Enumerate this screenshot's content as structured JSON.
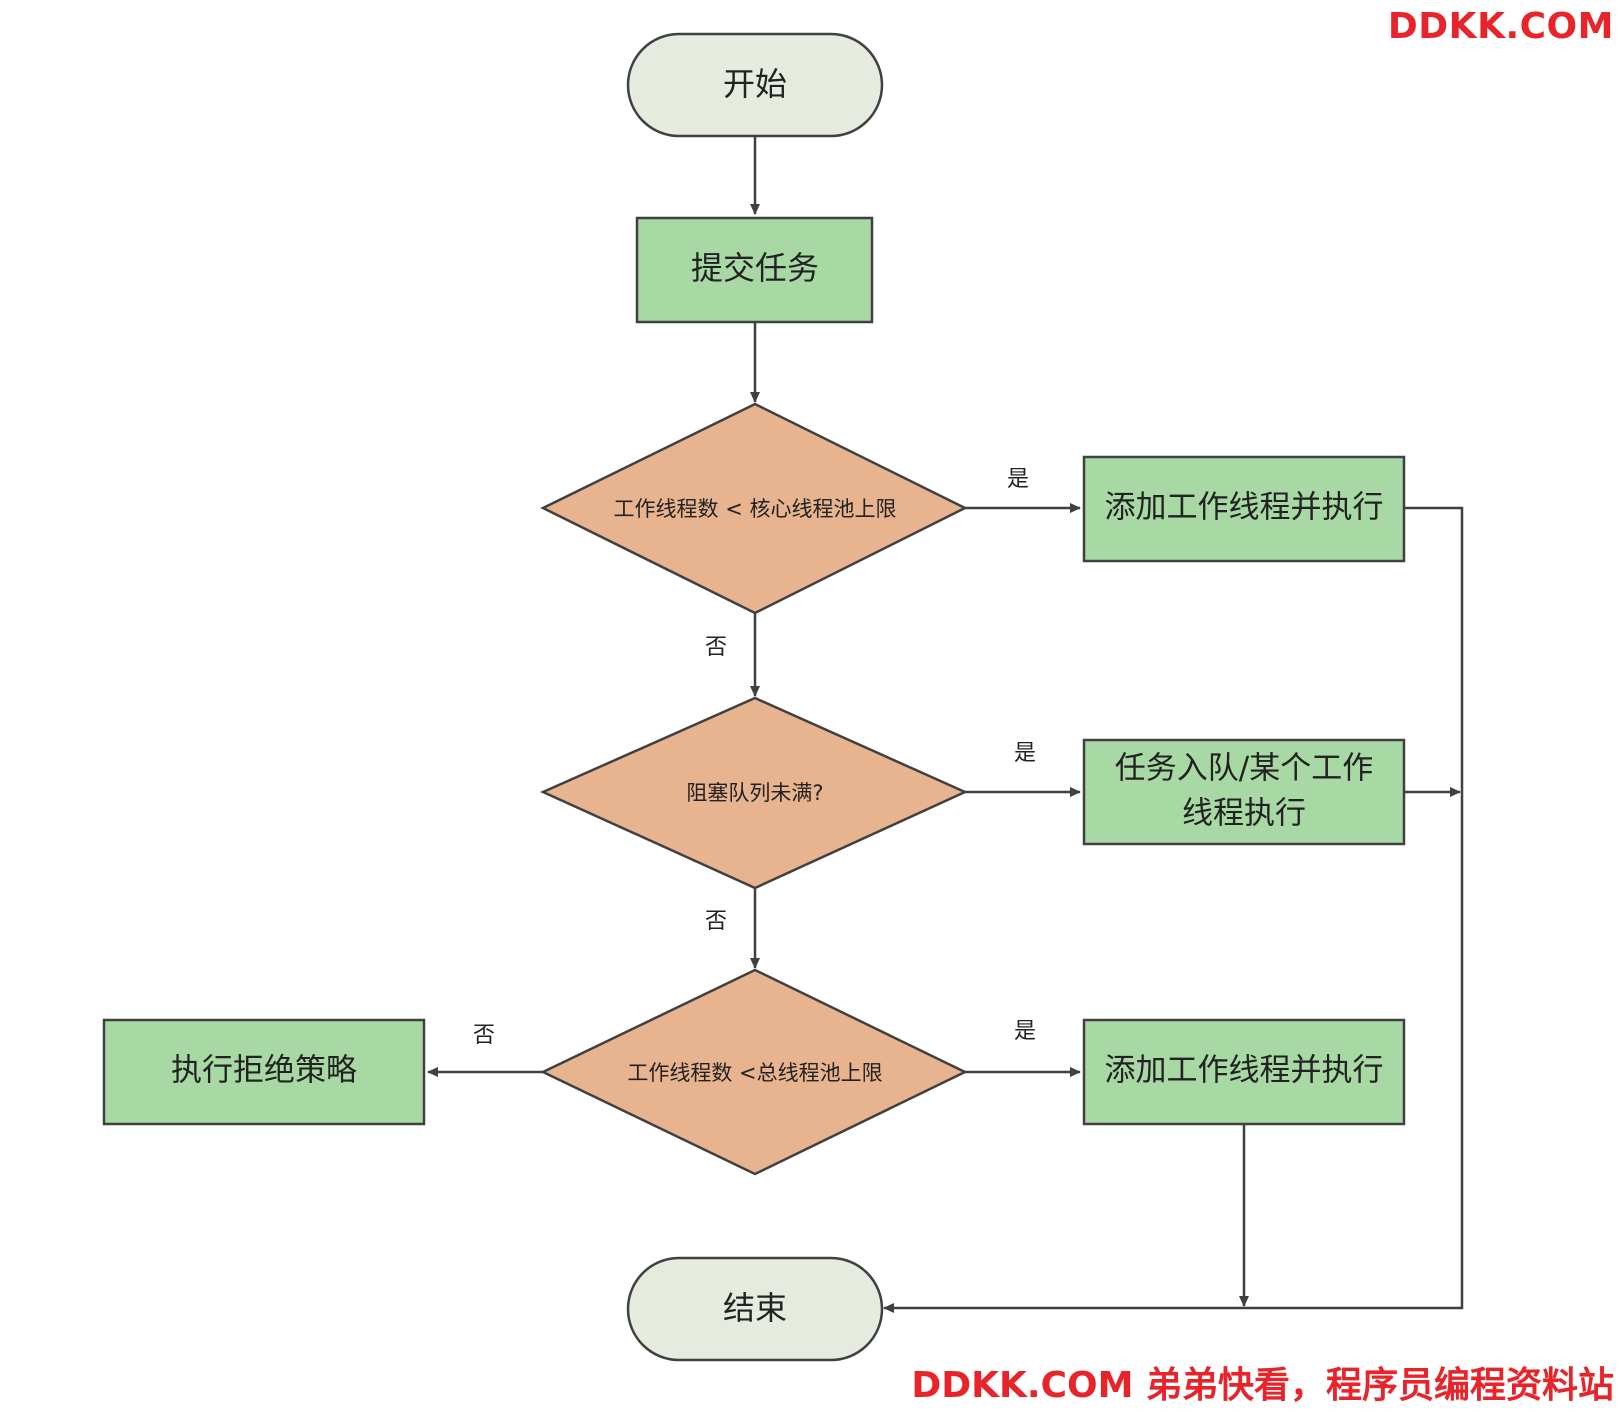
{
  "watermark": {
    "top": "DDKK.COM",
    "bottom": "DDKK.COM 弟弟快看，程序员编程资料站",
    "color": "#e8232a"
  },
  "colors": {
    "terminal_fill": "#e6ebe0",
    "process_fill": "#a8d9a4",
    "decision_fill": "#e8b48f",
    "stroke": "#404040"
  },
  "nodes": {
    "start": "开始",
    "submit": "提交任务",
    "decision1": "工作线程数 < 核心线程池上限",
    "add_worker_1": "添加工作线程并执行",
    "decision2": "阻塞队列未满?",
    "enqueue_line1": "任务入队/某个工作",
    "enqueue_line2": "线程执行",
    "decision3": "工作线程数 <总线程池上限",
    "add_worker_2": "添加工作线程并执行",
    "reject": "执行拒绝策略",
    "end": "结束"
  },
  "edge_labels": {
    "d1_yes": "是",
    "d1_no": "否",
    "d2_yes": "是",
    "d2_no": "否",
    "d3_yes": "是",
    "d3_no": "否"
  }
}
